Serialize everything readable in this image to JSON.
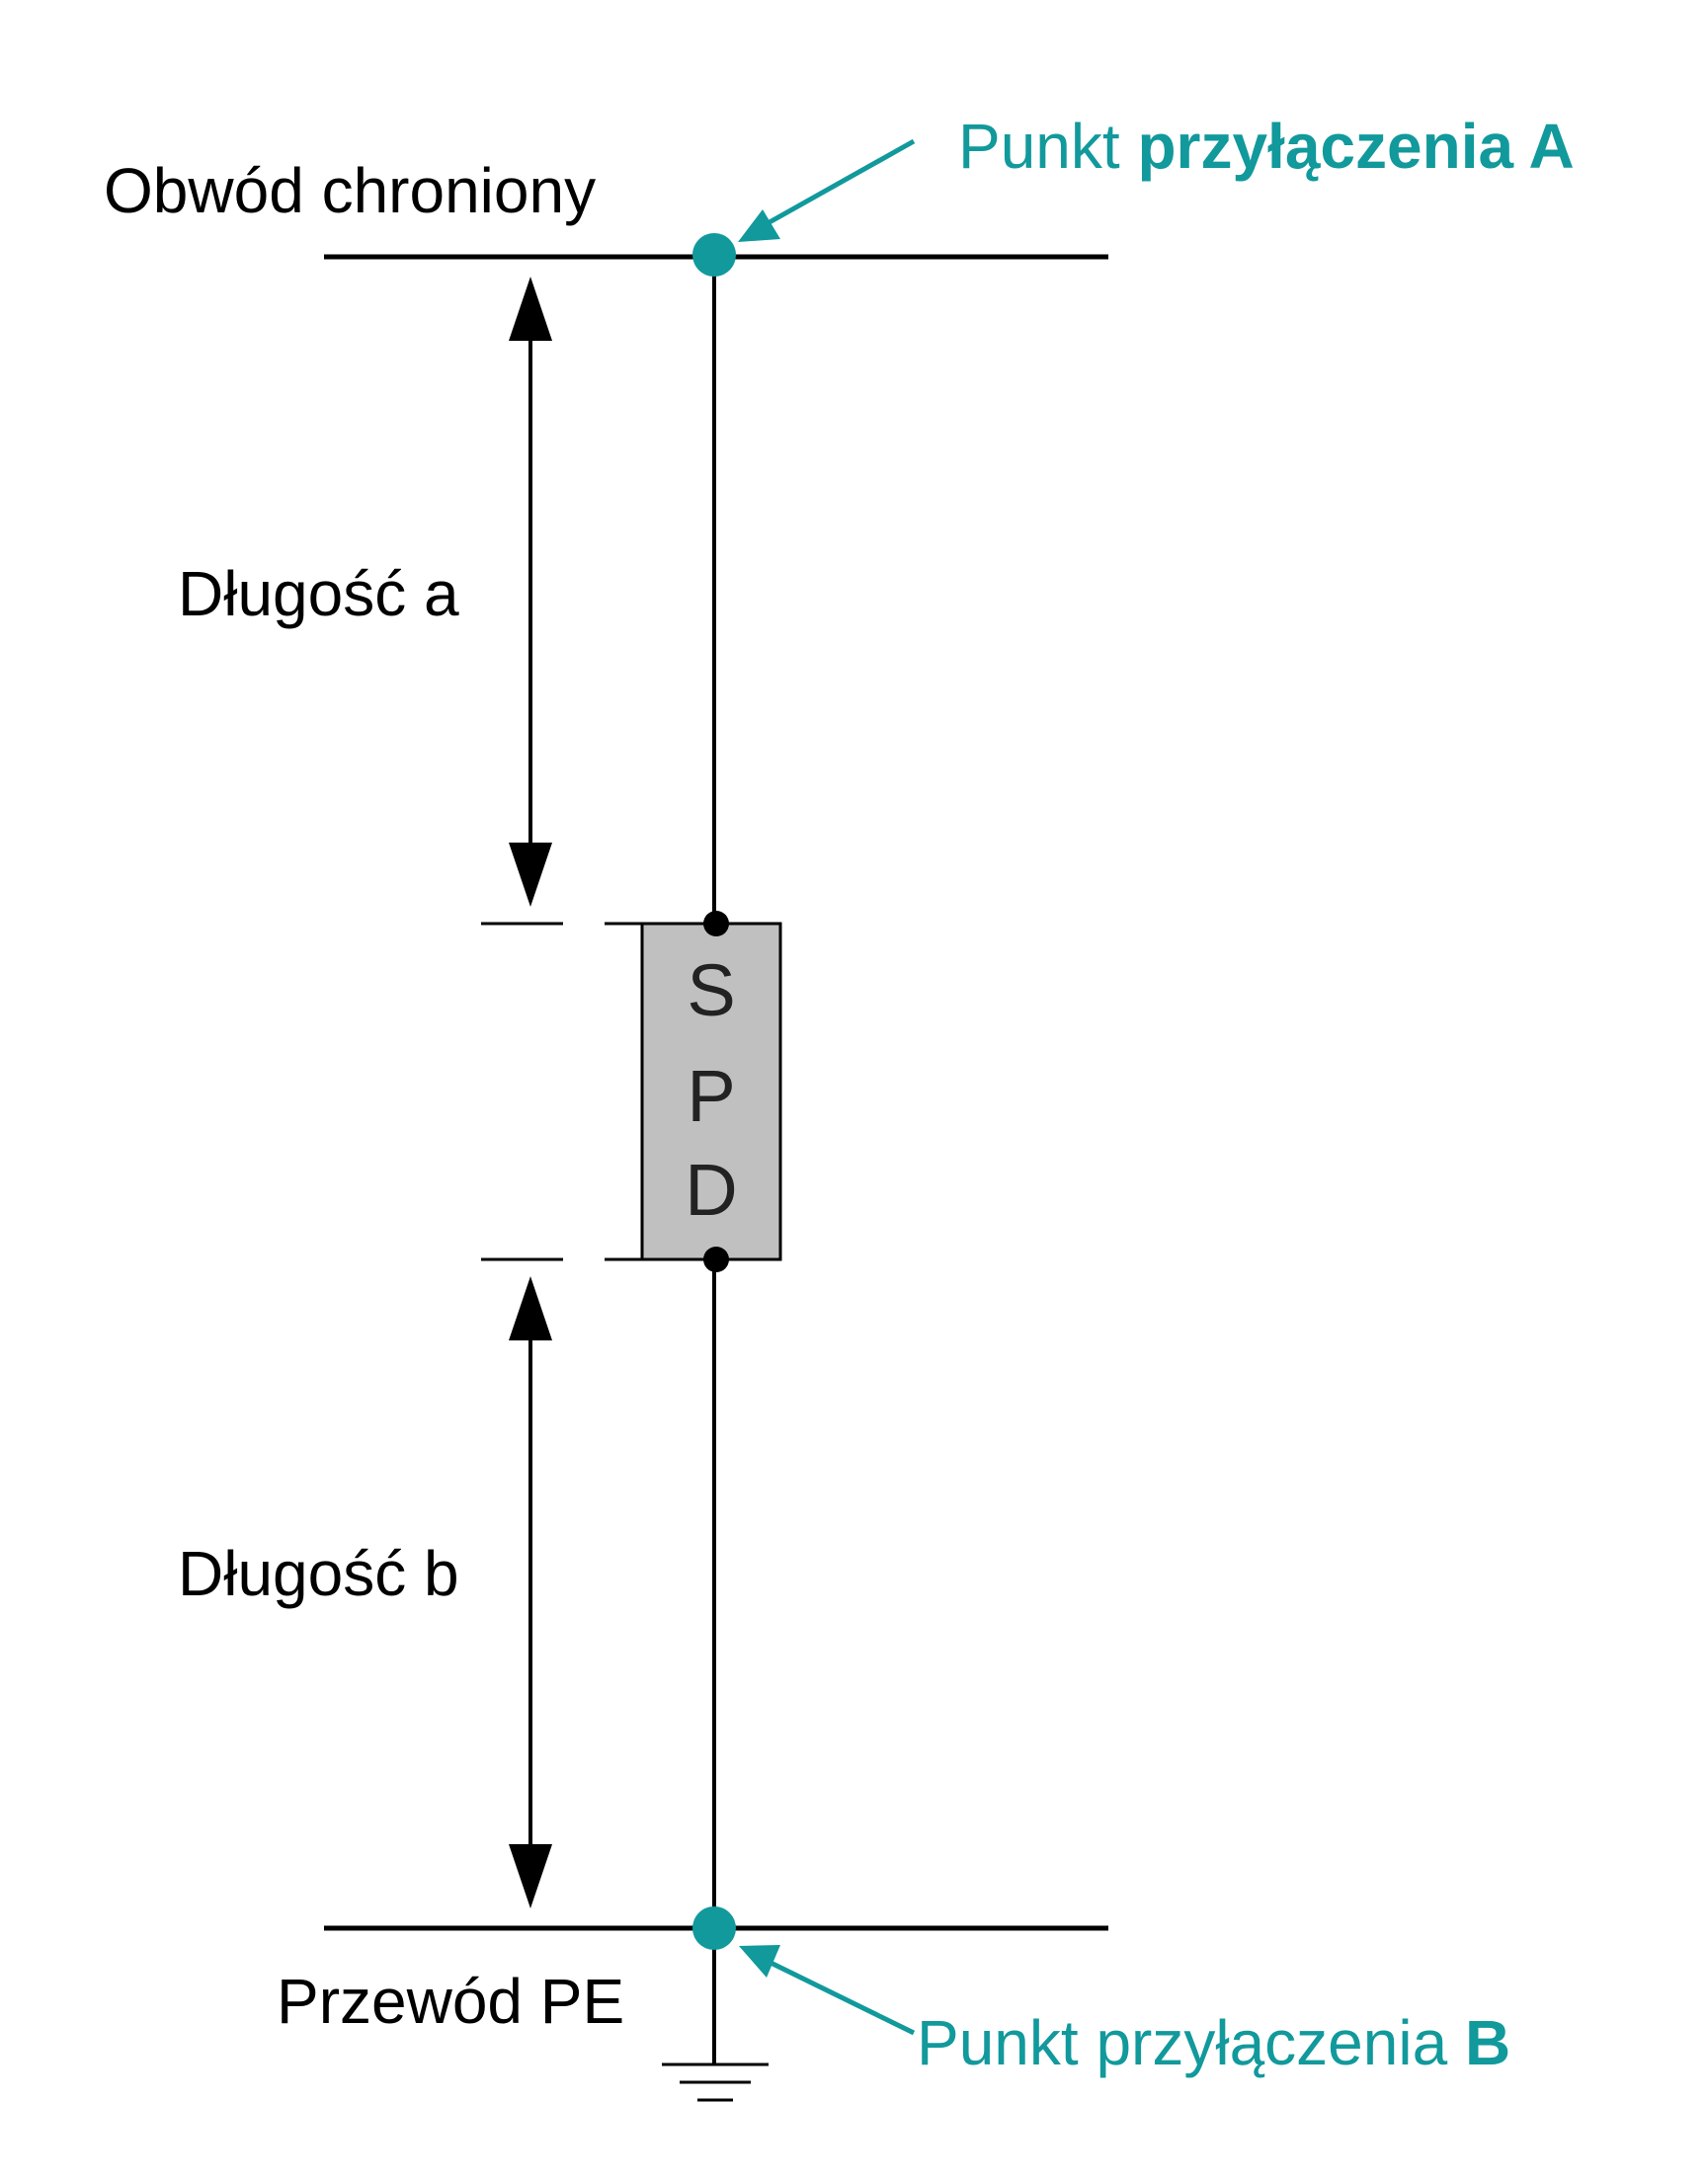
{
  "colors": {
    "accent": "#11999c",
    "line": "#000000",
    "spd_fill": "#c0c0c0"
  },
  "labels": {
    "protected_circuit": "Obwód chroniony",
    "length_a": "Długość a",
    "length_b": "Długość b",
    "pe_conductor": "Przewód PE",
    "point_a": {
      "prefix": "Punkt ",
      "bold": "przyłączenia A"
    },
    "point_b": {
      "prefix": "Punkt przyłączenia ",
      "bold": "B"
    }
  },
  "spd": {
    "letters": [
      "S",
      "P",
      "D"
    ]
  },
  "icons": [
    "arrow-double-vertical",
    "ground-symbol",
    "arrow-pointer"
  ]
}
